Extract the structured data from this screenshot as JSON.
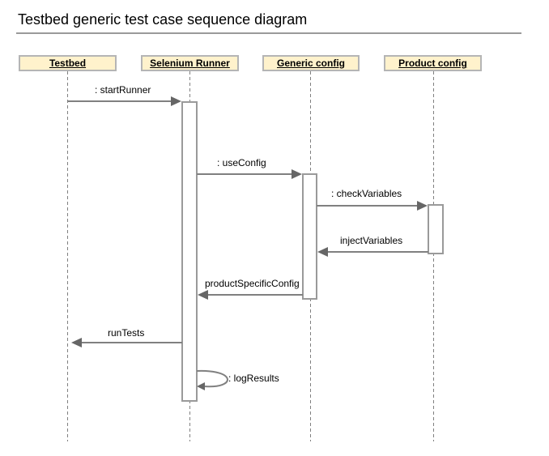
{
  "title": "Testbed generic test case sequence diagram",
  "colors": {
    "participant_fill": "#fff2cc",
    "participant_border": "#b5b5b5",
    "line": "#808080",
    "arrow_head": "#666666",
    "activation_fill": "#ffffff"
  },
  "participants": [
    {
      "id": "testbed",
      "label": "Testbed"
    },
    {
      "id": "selenium",
      "label": "Selenium Runner"
    },
    {
      "id": "generic",
      "label": "Generic config"
    },
    {
      "id": "product",
      "label": "Product config"
    }
  ],
  "messages": [
    {
      "id": "start-runner",
      "label": ": startRunner",
      "from": "Testbed",
      "to": "Selenium Runner"
    },
    {
      "id": "use-config",
      "label": ": useConfig",
      "from": "Selenium Runner",
      "to": "Generic config"
    },
    {
      "id": "check-variables",
      "label": ": checkVariables",
      "from": "Generic config",
      "to": "Product config"
    },
    {
      "id": "inject-variables",
      "label": "injectVariables",
      "from": "Product config",
      "to": "Generic config"
    },
    {
      "id": "product-specific-config",
      "label": "productSpecificConfig",
      "from": "Generic config",
      "to": "Selenium Runner"
    },
    {
      "id": "run-tests",
      "label": "runTests",
      "from": "Selenium Runner",
      "to": "Testbed"
    },
    {
      "id": "log-results",
      "label": ": logResults",
      "from": "Selenium Runner",
      "to": "Selenium Runner"
    }
  ]
}
